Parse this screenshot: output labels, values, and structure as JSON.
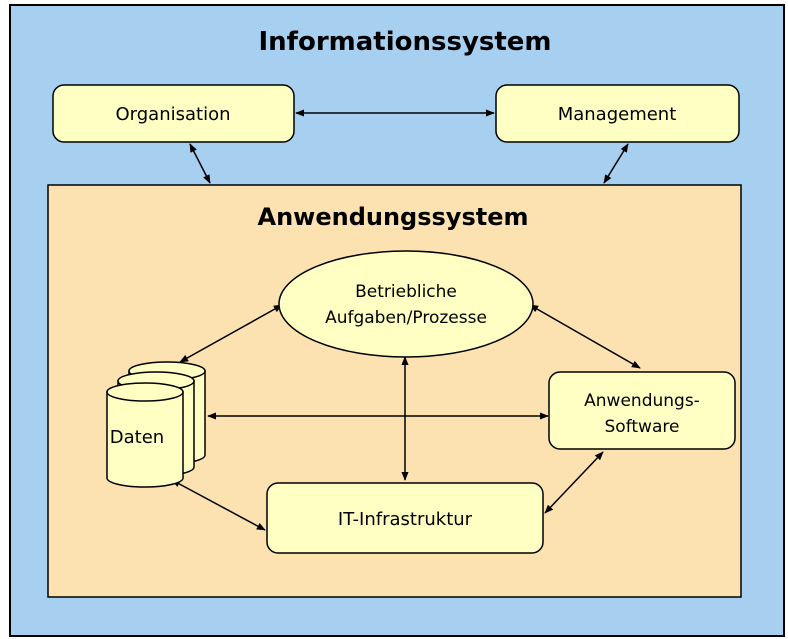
{
  "colors": {
    "outer_background": "#a7cff0",
    "inner_background": "#fbe2b0",
    "node_fill": "#feffc2",
    "stroke": "#000000"
  },
  "titles": {
    "outer": "Informationssystem",
    "inner": "Anwendungssystem"
  },
  "nodes": {
    "organisation": "Organisation",
    "management": "Management",
    "processes_line1": "Betriebliche",
    "processes_line2": "Aufgaben/Prozesse",
    "data": "Daten",
    "software_line1": "Anwendungs-",
    "software_line2": "Software",
    "infrastructure": "IT-Infrastruktur"
  },
  "icons": {
    "data": "database-cylinders-icon",
    "connector": "double-headed-arrow"
  }
}
